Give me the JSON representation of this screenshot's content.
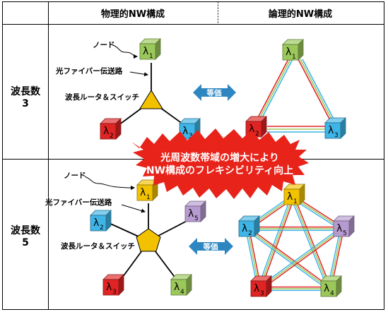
{
  "header": {
    "physical": "物理的NW構成",
    "logical": "論理的NW構成"
  },
  "rows": [
    {
      "label_line1": "波長数",
      "label_line2": "3"
    },
    {
      "label_line1": "波長数",
      "label_line2": "5"
    }
  ],
  "annotations": {
    "node": "ノード",
    "fiber": "光ファイバー伝送路",
    "router": "波長ルータ＆スイッチ"
  },
  "equivalence_label": "等価",
  "burst": {
    "line1": "光周波数帯域の増大により",
    "line2": "NW構成のフレキシビリティ向上"
  },
  "node_symbol": "λ",
  "wavelengths": [
    "1",
    "2",
    "3",
    "4",
    "5"
  ],
  "colors": {
    "lambda1": "#9bc85a",
    "lambda2": "#e02424",
    "lambda3": "#3fb4e6",
    "lambda1_5": "#f2c200",
    "lambda2_5": "#3fb4e6",
    "lambda3_5": "#e02424",
    "lambda4_5": "#9bc85a",
    "lambda5_5": "#b79bd0",
    "router": "#f2c200",
    "arrow": "#2e86c1",
    "burst": "#e8231a"
  },
  "edge_color_names": [
    "red",
    "green",
    "blue"
  ]
}
